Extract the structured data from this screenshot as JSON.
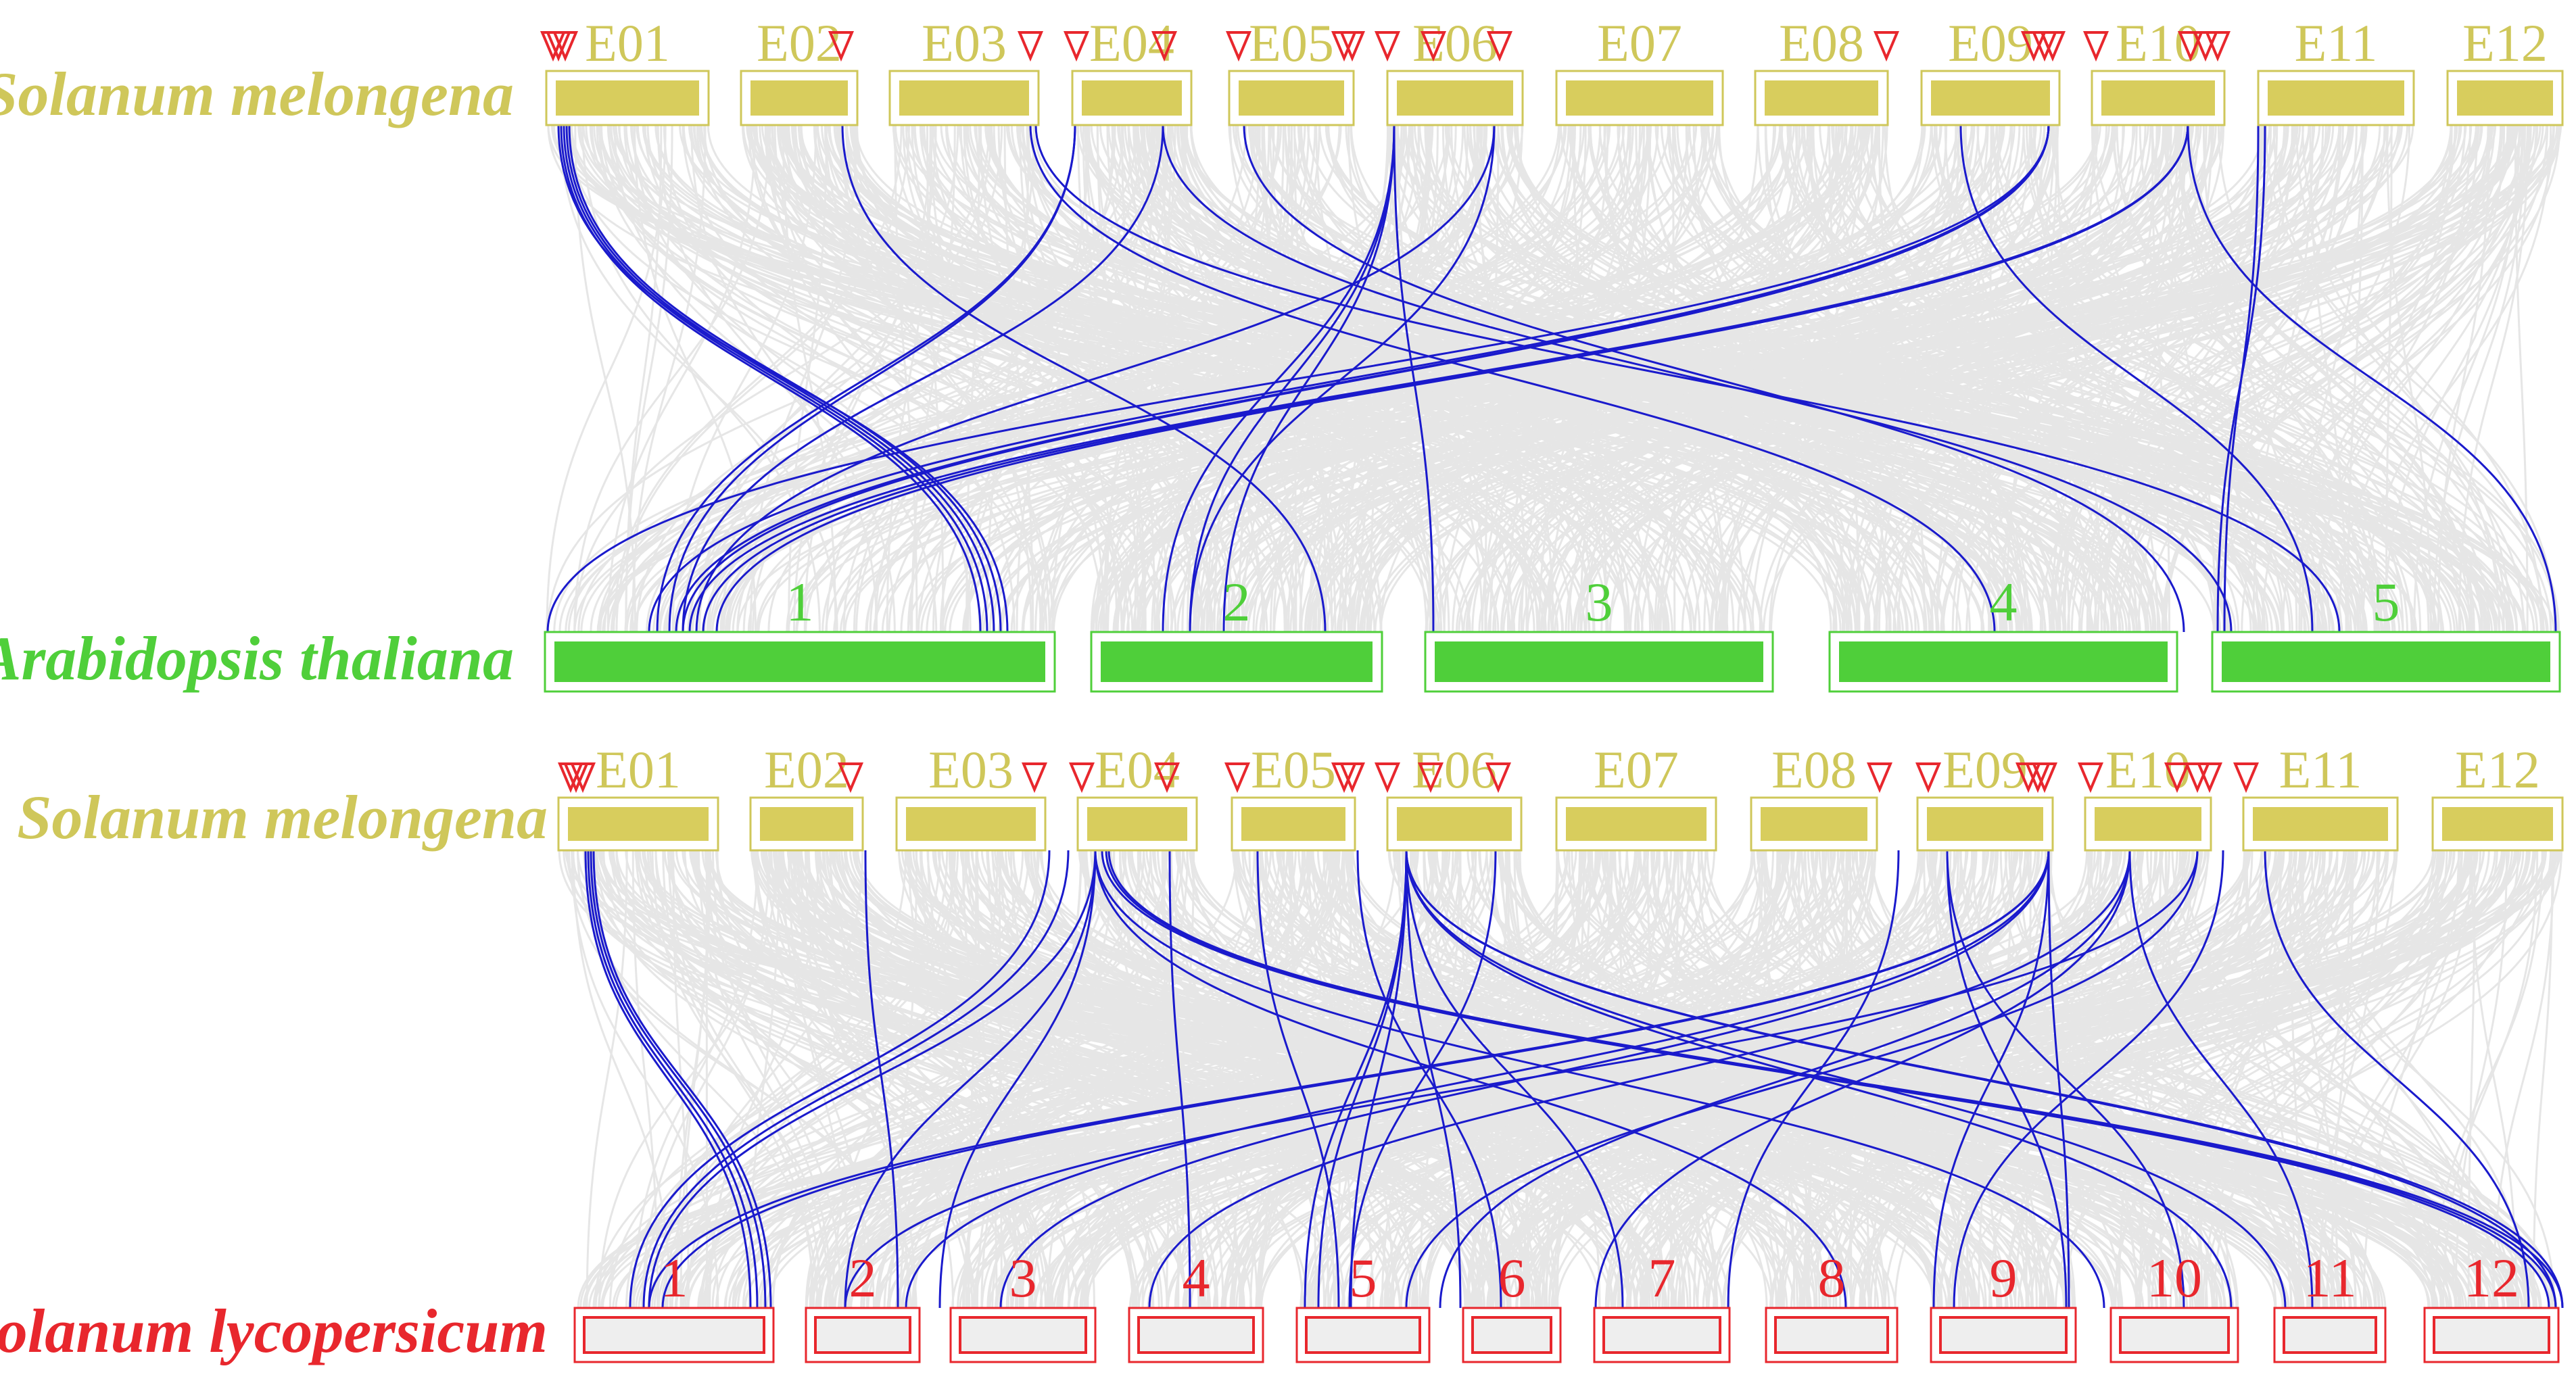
{
  "colors": {
    "melongena": "#cfc75a",
    "melongena_fill": "#d8cd5d",
    "thaliana": "#4fcf3a",
    "lycopersicum": "#e8272d",
    "lycopersicum_fill": "#eeeeee",
    "link": "#1a1acc",
    "background_link": "#e6e6e6",
    "marker": "#e8272d"
  },
  "panels": [
    {
      "top_species": "Solanum melongena",
      "bottom_species": "Arabidopsis thaliana",
      "top_chromosomes": [
        "E01",
        "E02",
        "E03",
        "E04",
        "E05",
        "E06",
        "E07",
        "E08",
        "E09",
        "E10",
        "E11",
        "E12"
      ],
      "bottom_chromosomes": [
        "1",
        "2",
        "3",
        "4",
        "5"
      ]
    },
    {
      "top_species": "Solanum melongena",
      "bottom_species": "Solanum lycopersicum",
      "top_chromosomes": [
        "E01",
        "E02",
        "E03",
        "E04",
        "E05",
        "E06",
        "E07",
        "E08",
        "E09",
        "E10",
        "E11",
        "E12"
      ],
      "bottom_chromosomes": [
        "1",
        "2",
        "3",
        "4",
        "5",
        "6",
        "7",
        "8",
        "9",
        "10",
        "11",
        "12"
      ]
    }
  ]
}
